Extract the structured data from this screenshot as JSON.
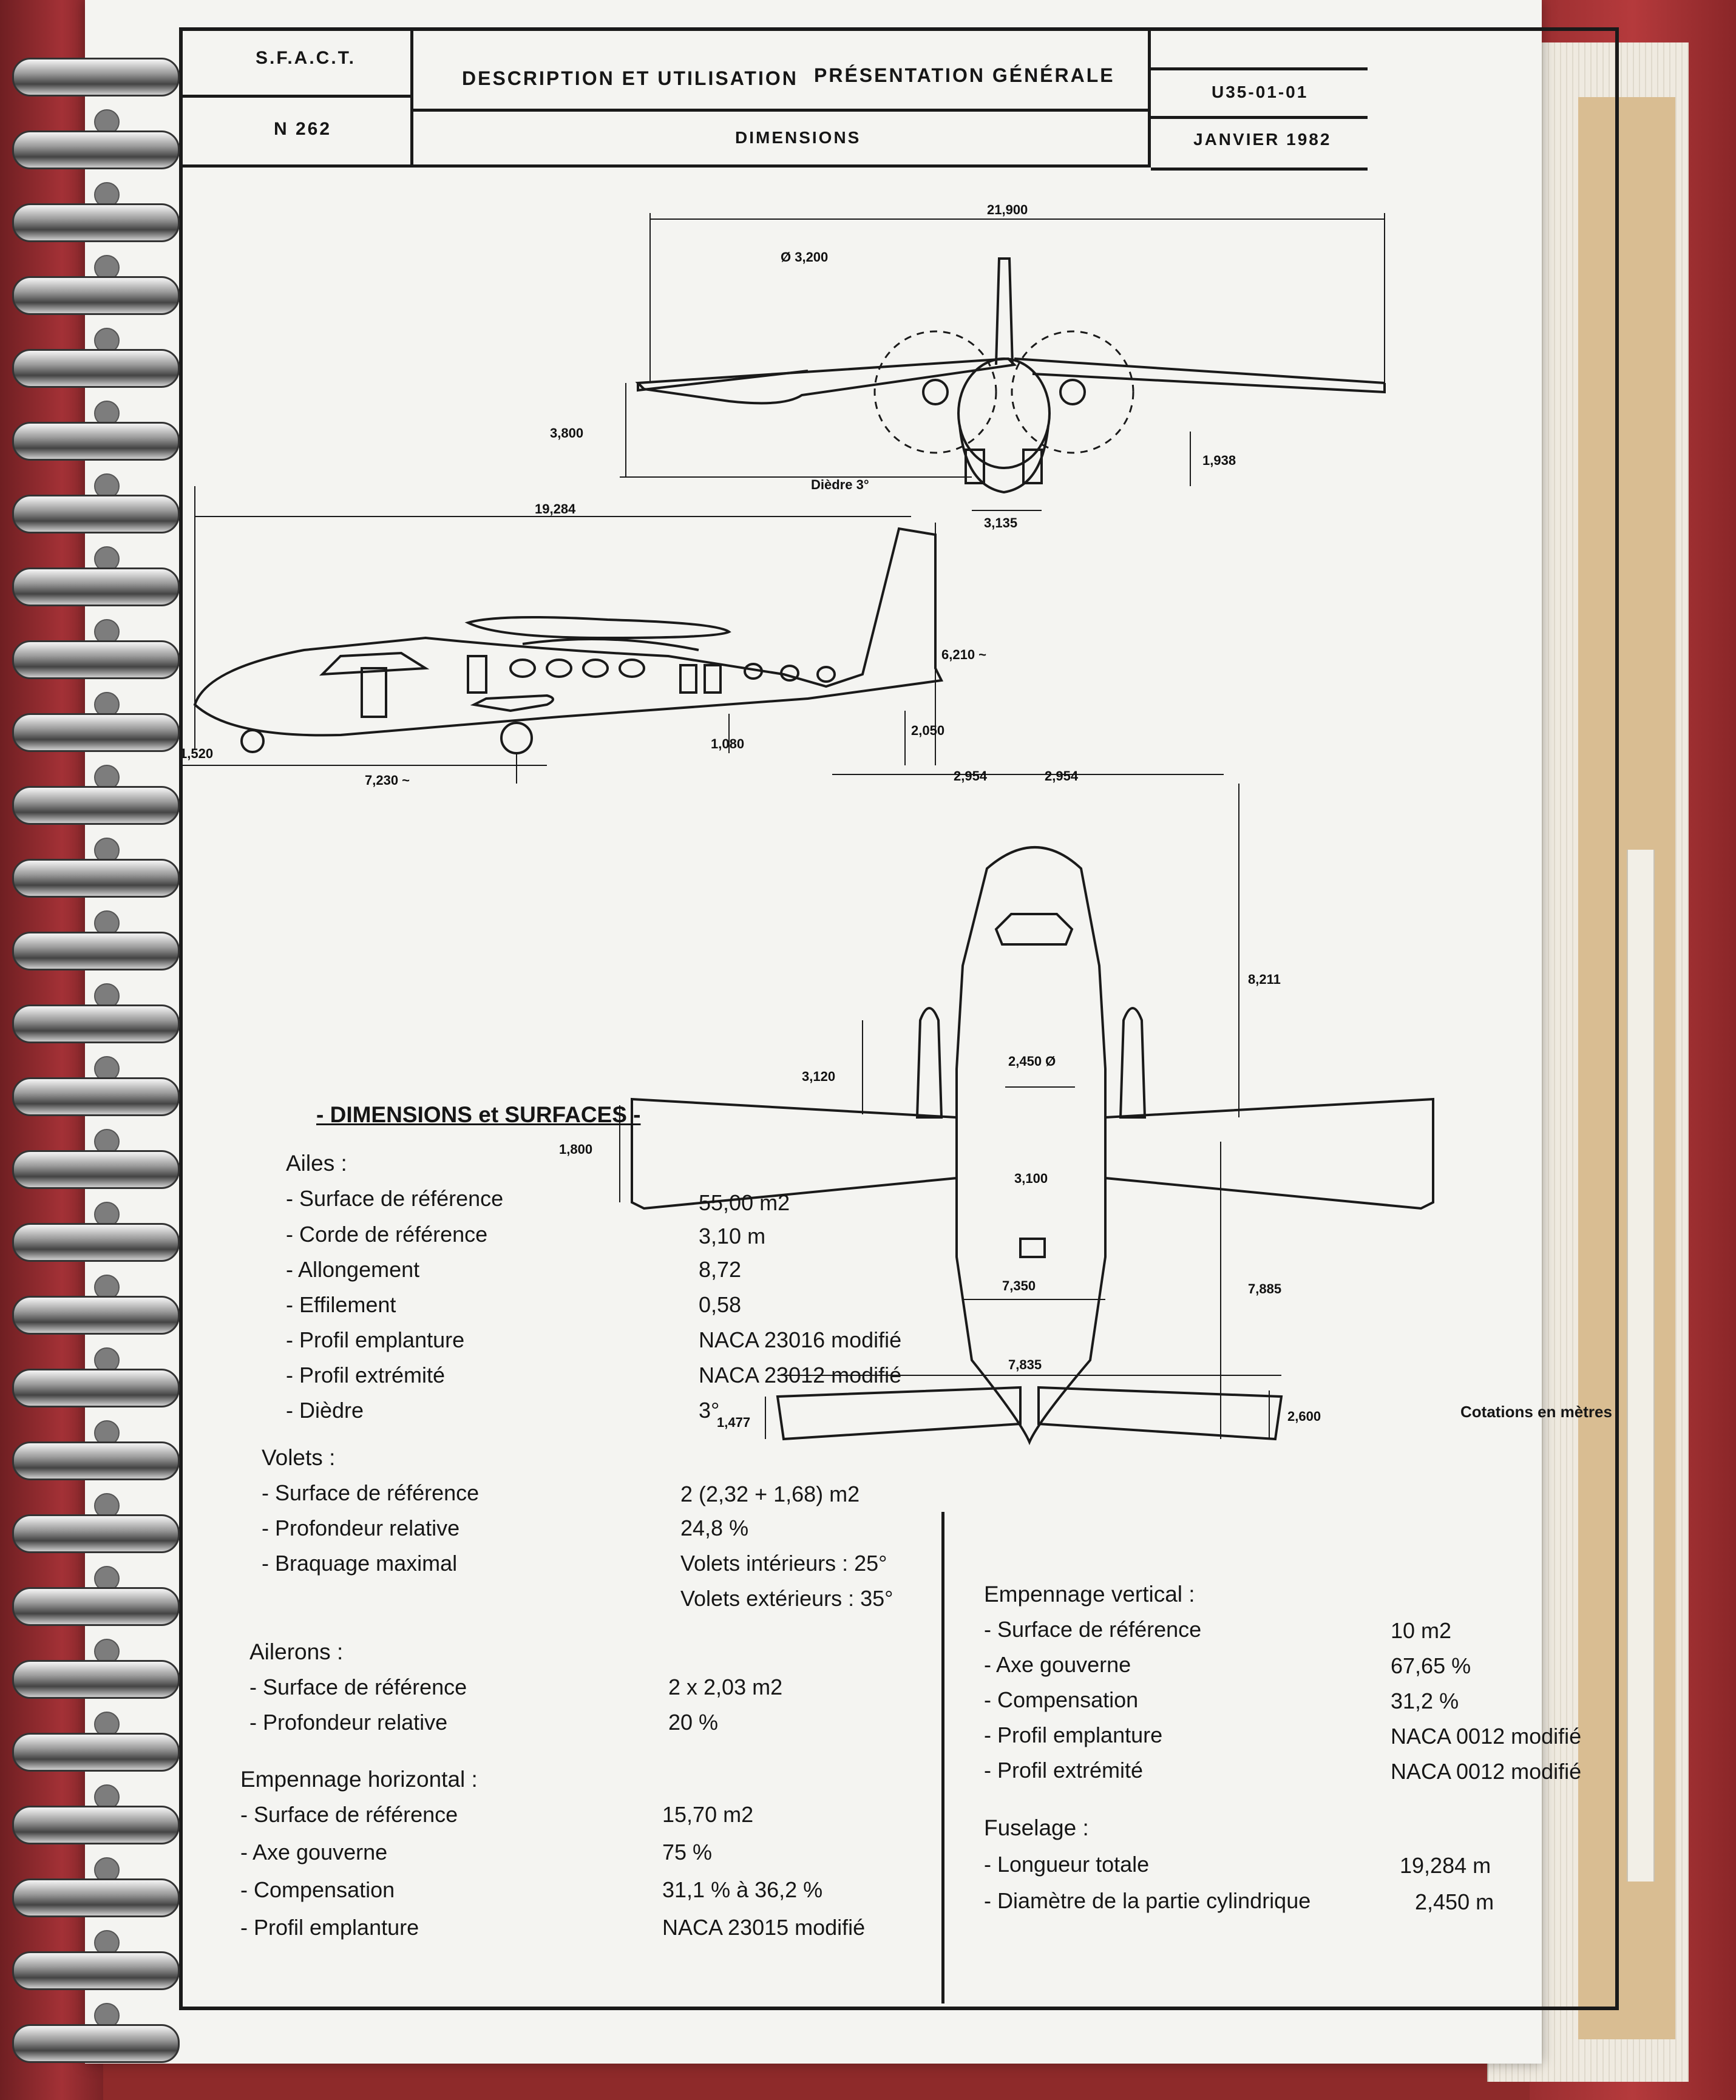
{
  "header": {
    "org": "S.F.A.C.T.",
    "model": "N 262",
    "section": "DESCRIPTION ET UTILISATION",
    "subject": "PRÉSENTATION GÉNÉRALE",
    "subsection": "DIMENSIONS",
    "ref": "U35-01-01",
    "date": "JANVIER 1982"
  },
  "drawing": {
    "front": {
      "span": "21,900",
      "prop_diameter": "Ø 3,200",
      "height": "3,800",
      "dihedral": "Dièdre 3°",
      "gear_height": "1,938",
      "track": "3,135"
    },
    "side": {
      "length": "19,284",
      "height": "6,210 ~",
      "tail_height": "2,050",
      "nose_to_gear": "1,520",
      "wheelbase": "7,230 ~",
      "ground": "1,080"
    },
    "top": {
      "half_a": "2,954",
      "half_b": "2,954",
      "nose_to_wing": "8,211",
      "fuselage_width": "2,450 Ø",
      "engine_offset": "3,120",
      "chord": "1,800",
      "inner_span": "3,100",
      "flap_span": "7,350",
      "wing_to_tail": "7,885",
      "tail_span": "7,835",
      "tail_chord": "1,477",
      "tail_length": "2,600"
    },
    "units_note": "Cotations en mètres"
  },
  "specs": {
    "title": "- DIMENSIONS et SURFACES -",
    "ailes": {
      "label": "Ailes :",
      "rows": [
        {
          "k": "- Surface de référence",
          "v": "55,00 m2"
        },
        {
          "k": "- Corde de référence",
          "v": "3,10 m"
        },
        {
          "k": "- Allongement",
          "v": "8,72"
        },
        {
          "k": "- Effilement",
          "v": "0,58"
        },
        {
          "k": "- Profil emplanture",
          "v": "NACA 23016 modifié"
        },
        {
          "k": "- Profil extrémité",
          "v": "NACA 23012 modifié"
        },
        {
          "k": "- Dièdre",
          "v": "3°"
        }
      ]
    },
    "volets": {
      "label": "Volets :",
      "rows": [
        {
          "k": "- Surface de référence",
          "v": "2 (2,32 + 1,68) m2"
        },
        {
          "k": "- Profondeur relative",
          "v": "24,8 %"
        },
        {
          "k": "- Braquage maximal",
          "v": "Volets intérieurs : 25°"
        }
      ],
      "extra": "Volets extérieurs : 35°"
    },
    "ailerons": {
      "label": "Ailerons :",
      "rows": [
        {
          "k": "- Surface de référence",
          "v": "2 x 2,03 m2"
        },
        {
          "k": "- Profondeur relative",
          "v": "20 %"
        }
      ]
    },
    "empennage_h": {
      "label": "Empennage horizontal :",
      "rows": [
        {
          "k": "- Surface de référence",
          "v": "15,70 m2"
        },
        {
          "k": "- Axe gouverne",
          "v": "75 %"
        },
        {
          "k": "- Compensation",
          "v": "31,1 % à 36,2 %"
        },
        {
          "k": "- Profil emplanture",
          "v": "NACA 23015 modifié"
        }
      ]
    },
    "empennage_v": {
      "label": "Empennage vertical :",
      "rows": [
        {
          "k": "- Surface de référence",
          "v": "10 m2"
        },
        {
          "k": "- Axe gouverne",
          "v": "67,65 %"
        },
        {
          "k": "- Compensation",
          "v": "31,2 %"
        },
        {
          "k": "- Profil emplanture",
          "v": "NACA 0012 modifié"
        },
        {
          "k": "- Profil extrémité",
          "v": "NACA 0012 modifié"
        }
      ]
    },
    "fuselage": {
      "label": "Fuselage :",
      "rows": [
        {
          "k": "- Longueur totale",
          "v": "19,284 m"
        },
        {
          "k": "- Diamètre de la partie cylindrique",
          "v": "2,450 m"
        }
      ]
    }
  }
}
